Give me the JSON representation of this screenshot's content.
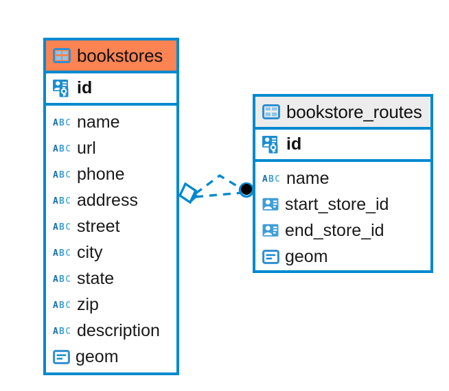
{
  "diagram": {
    "type": "entity-relationship-diagram",
    "background": "#ffffff",
    "accent_color": "#0089cf",
    "highlight_color": "#fc8352",
    "neutral_header_color": "#ececec"
  },
  "entities": [
    {
      "name": "bookstores",
      "header_icon": "table-icon",
      "header_style": "accent",
      "primary_key": {
        "label": "id",
        "icon": "primary-key-icon"
      },
      "fields": [
        {
          "label": "name",
          "icon": "text-type-icon"
        },
        {
          "label": "url",
          "icon": "text-type-icon"
        },
        {
          "label": "phone",
          "icon": "text-type-icon"
        },
        {
          "label": "address",
          "icon": "text-type-icon"
        },
        {
          "label": "street",
          "icon": "text-type-icon"
        },
        {
          "label": "city",
          "icon": "text-type-icon"
        },
        {
          "label": "state",
          "icon": "text-type-icon"
        },
        {
          "label": "zip",
          "icon": "text-type-icon"
        },
        {
          "label": "description",
          "icon": "text-type-icon"
        },
        {
          "label": "geom",
          "icon": "geometry-type-icon"
        }
      ]
    },
    {
      "name": "bookstore_routes",
      "header_icon": "table-icon",
      "header_style": "neutral",
      "primary_key": {
        "label": "id",
        "icon": "primary-key-icon"
      },
      "fields": [
        {
          "label": "name",
          "icon": "text-type-icon"
        },
        {
          "label": "start_store_id",
          "icon": "foreign-key-icon"
        },
        {
          "label": "end_store_id",
          "icon": "foreign-key-icon"
        },
        {
          "label": "geom",
          "icon": "geometry-type-icon"
        }
      ]
    }
  ],
  "relationship": {
    "from_entity": "bookstores",
    "to_entity": "bookstore_routes",
    "line_style": "dashed",
    "color": "#0089cf",
    "source_marker": "diamond-crowfoot-marker",
    "target_marker": "filled-circle-marker"
  }
}
